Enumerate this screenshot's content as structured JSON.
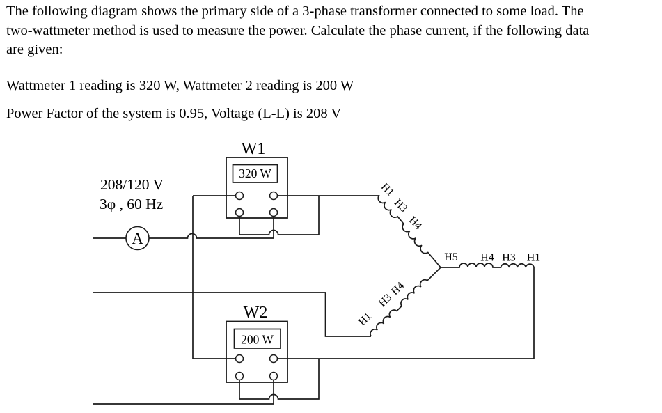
{
  "problem": {
    "line1": "The following diagram shows the primary side of a 3-phase transformer connected to some load. The",
    "line2": "two-wattmeter method is used to measure the power. Calculate the phase current, if the following data",
    "line3": "are given:",
    "readings_line": "Wattmeter 1 reading is 320 W, Wattmeter 2 reading is 200 W",
    "pf_line": "Power Factor of the system is 0.95, Voltage (L-L) is 208 V"
  },
  "diagram": {
    "source": {
      "voltage": "208/120 V",
      "phase_freq": "3φ , 60 Hz"
    },
    "ammeter": {
      "label": "A"
    },
    "wattmeter1": {
      "name": "W1",
      "reading": "320 W"
    },
    "wattmeter2": {
      "name": "W2",
      "reading": "200 W"
    },
    "windings": {
      "top": [
        "H1",
        "H3",
        "H4"
      ],
      "center": "H5",
      "right": [
        "H4",
        "H3",
        "H1"
      ],
      "bottom": [
        "H1",
        "H3",
        "H4"
      ]
    },
    "colors": {
      "ink": "#1b1b1b",
      "background": "#ffffff"
    }
  }
}
